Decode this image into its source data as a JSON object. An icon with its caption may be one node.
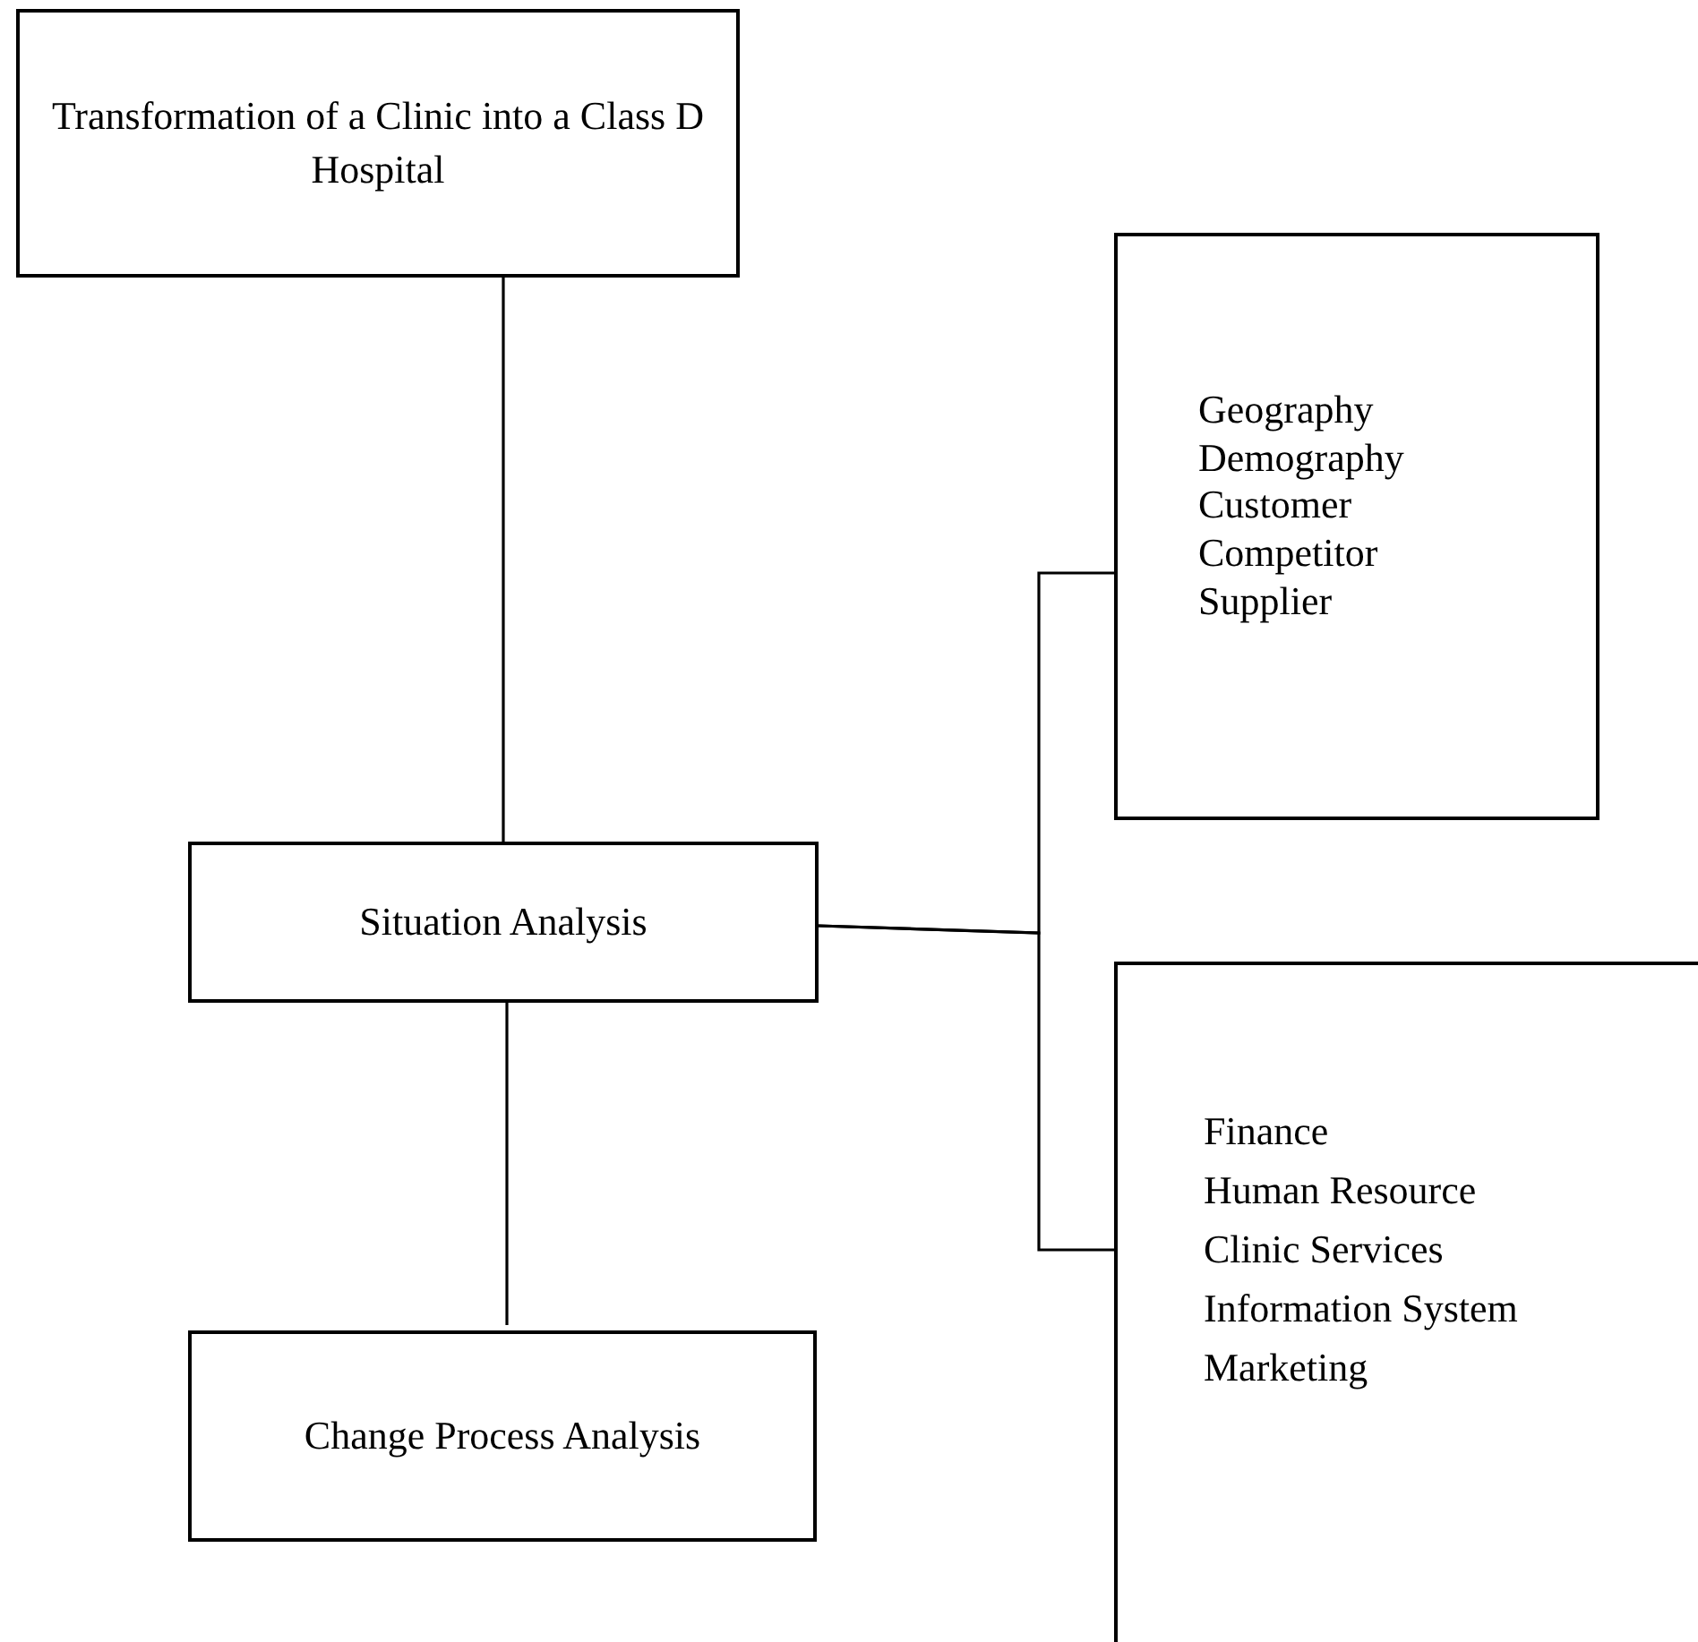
{
  "diagram": {
    "nodes": [
      {
        "text": [
          "Transformation of a Clinic into a Class D Hospital"
        ]
      },
      {
        "text": [
          "Situation Analysis"
        ]
      },
      {
        "text": [
          "Change Process Analysis"
        ]
      },
      {
        "text": [
          "Geography",
          "Demography",
          "Customer",
          "Competitor",
          "Supplier"
        ]
      },
      {
        "text": [
          "Finance",
          "Human Resource",
          "Clinic Services",
          "Information System",
          "Marketing"
        ]
      }
    ],
    "edges": [
      {
        "from": 0,
        "to": 1,
        "arrow": "none"
      },
      {
        "from": 1,
        "to": 2,
        "arrow": "none"
      },
      {
        "from": 1,
        "to": 3,
        "arrow": "none"
      },
      {
        "from": 1,
        "to": 4,
        "arrow": "none"
      }
    ]
  }
}
